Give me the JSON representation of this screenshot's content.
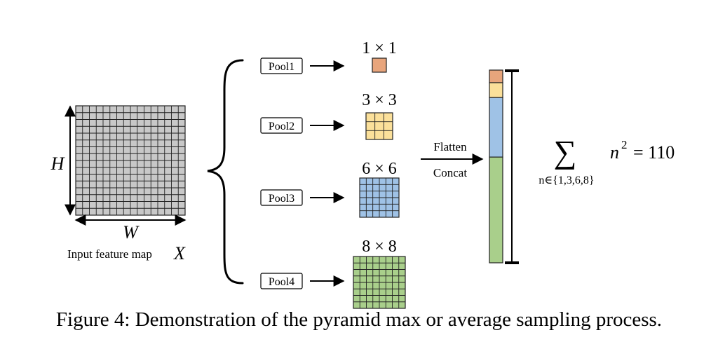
{
  "input_map": {
    "height_label": "H",
    "width_label": "W",
    "caption": "Input feature map",
    "symbol": "X",
    "grid_n": 16,
    "fill": "#c8c8c8"
  },
  "pools": [
    {
      "label": "Pool1",
      "size_label": "1 × 1",
      "n": 1,
      "fill": "#e8a57c"
    },
    {
      "label": "Pool2",
      "size_label": "3 × 3",
      "n": 3,
      "fill": "#fbe09a"
    },
    {
      "label": "Pool3",
      "size_label": "6 × 6",
      "n": 6,
      "fill": "#9fc2e6"
    },
    {
      "label": "Pool4",
      "size_label": "8 × 8",
      "n": 8,
      "fill": "#a9cf8b"
    }
  ],
  "flatten_label": "Flatten",
  "concat_label": "Concat",
  "vector_segments": [
    {
      "value": 1,
      "fill": "#e8a57c"
    },
    {
      "value": 9,
      "fill": "#fbe09a"
    },
    {
      "value": 36,
      "fill": "#9fc2e6"
    },
    {
      "value": 64,
      "fill": "#a9cf8b"
    }
  ],
  "formula": {
    "sum_symbol": "∑",
    "subscript": "n∈{1,3,6,8}",
    "term_base": "n",
    "term_exp": "2",
    "rhs": "= 110"
  },
  "caption": "Figure 4: Demonstration of the pyramid max or average sampling process."
}
